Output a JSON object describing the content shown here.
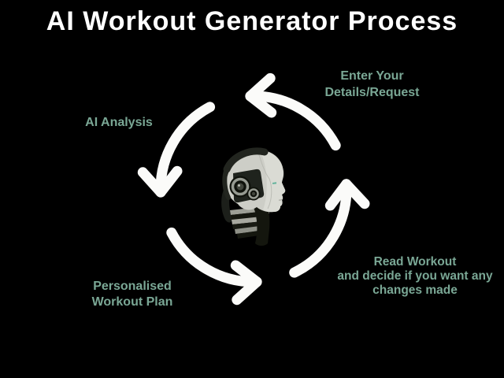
{
  "title": "AI Workout Generator Process",
  "colors": {
    "background": "#000000",
    "title_text": "#ffffff",
    "step_text": "#7aa795",
    "arrow": "#fbfbf9"
  },
  "center_image": {
    "name": "robot-head"
  },
  "steps": [
    {
      "id": "enter-details",
      "position": "top-right",
      "lines": [
        "Enter Your",
        "Details/Request"
      ]
    },
    {
      "id": "ai-analysis",
      "position": "left",
      "lines": [
        "AI Analysis"
      ]
    },
    {
      "id": "personalised-plan",
      "position": "bottom-left",
      "lines": [
        "Personalised",
        "Workout Plan"
      ]
    },
    {
      "id": "read-workout",
      "position": "bottom-right",
      "lines": [
        "Read Workout",
        "and decide if you want any",
        "changes made"
      ]
    }
  ]
}
